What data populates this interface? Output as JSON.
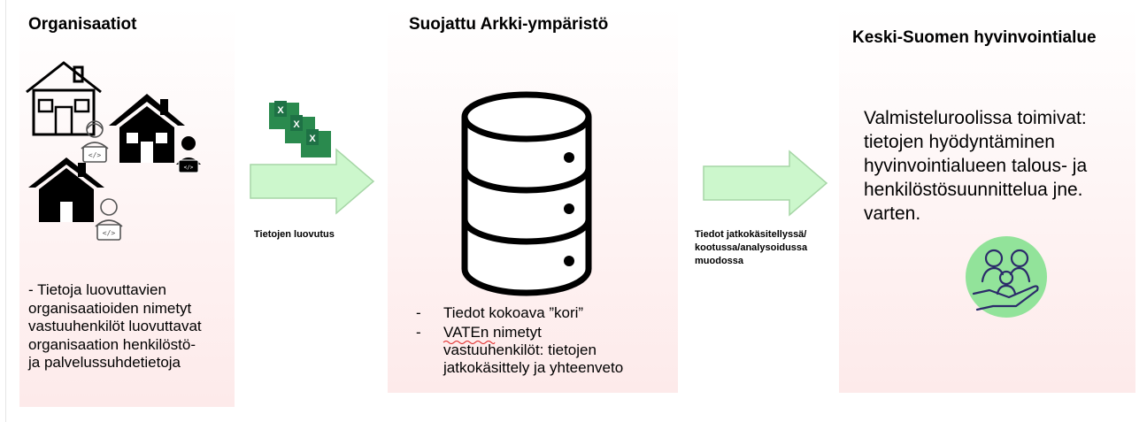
{
  "left": {
    "title": "Organisaatiot",
    "text": "- Tietoja luovuttavien\norganisaatioiden nimetyt\nvastuuhenkilöt luovuttavat\norganisaation henkilöstö-\nja palvelussuhdetietoja"
  },
  "arrow1": {
    "label": "Tietojen luovutus"
  },
  "middle": {
    "title": "Suojattu Arkki-ympäristö",
    "items": [
      {
        "dash": "-",
        "text": "Tiedot kokoava ”kori”"
      },
      {
        "dash": "-",
        "text": "VATEn nimetyt\nvastuuhenkilöt: tietojen\njatkokäsittely ja yhteenveto"
      }
    ]
  },
  "arrow2": {
    "label": "Tiedot jatkokäsitellyssä/\nkootussa/analysoidussa\nmuodossa"
  },
  "right": {
    "title": "Keski-Suomen hyvinvointialue",
    "text": "Valmisteluroolissa toimivat:\ntietojen hyödyntäminen\nhyvinvointialueen talous- ja\nhenkilöstösuunnittelua jne.\nvarten."
  },
  "icons": {
    "houses": [
      "house-outline-icon",
      "house-filled-icon",
      "house-filled-icon"
    ],
    "persons": [
      "developer-person-icon",
      "developer-person-icon",
      "developer-person-icon"
    ],
    "excel": "excel-files-icon",
    "database": "database-icon",
    "care": "family-care-icon"
  },
  "colors": {
    "arrow_fill": "#ccf7cc",
    "arrow_stroke": "#a6d6a6",
    "panel_tint": "#fdeaea",
    "excel_green": "#1e7145",
    "care_circle": "#92e39a"
  }
}
